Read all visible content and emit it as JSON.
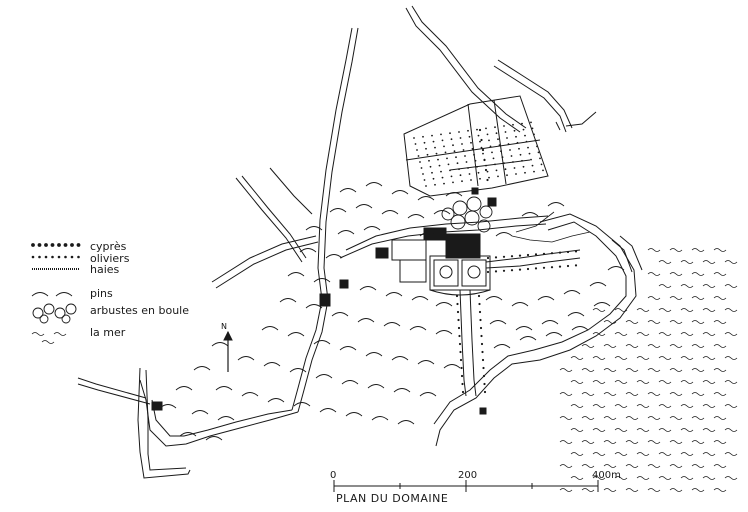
{
  "legend": {
    "cypres": "cyprès",
    "oliviers": "oliviers",
    "haies": "haies",
    "pins": "pins",
    "arbustes": "arbustes en boule",
    "mer": "la mer"
  },
  "scale": {
    "zero": "0",
    "mid": "200",
    "max": "400m",
    "title": "PLAN DU DOMAINE"
  },
  "north_label": "N",
  "colors": {
    "ink": "#1a1a1a",
    "paper": "#ffffff"
  }
}
